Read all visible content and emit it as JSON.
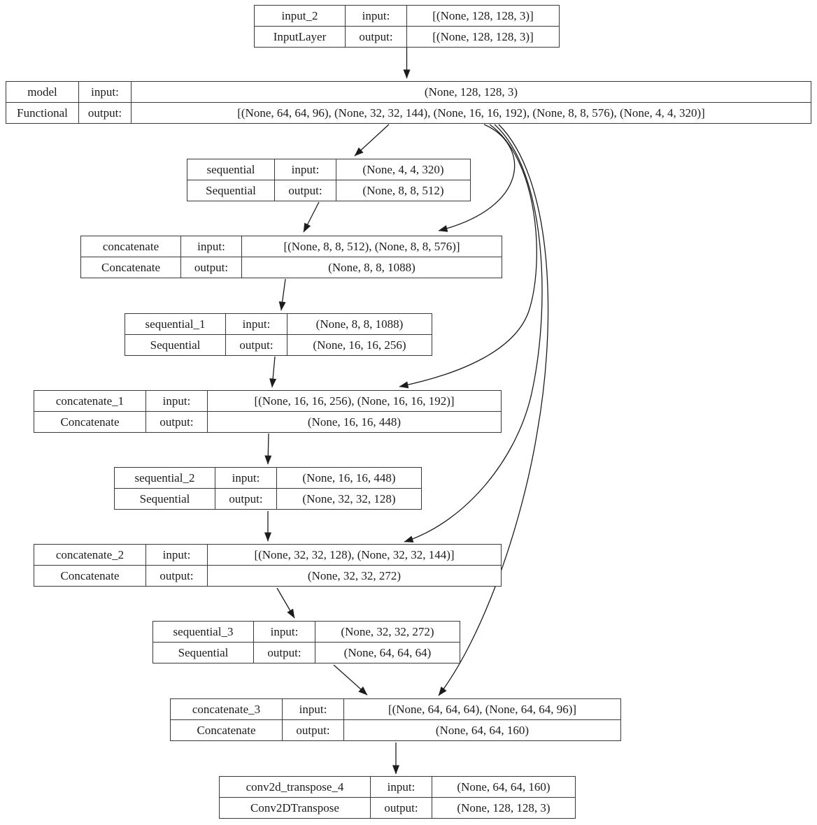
{
  "labels": {
    "input": "input:",
    "output": "output:"
  },
  "colors": {
    "background": "#ffffff",
    "line": "#1c1c1c",
    "box_border": "#383838",
    "text": "#1c1c1c"
  },
  "nodes": [
    {
      "name": "input_2",
      "type": "InputLayer",
      "input_shape": "[(None, 128, 128, 3)]",
      "output_shape": "[(None, 128, 128, 3)]"
    },
    {
      "name": "model",
      "type": "Functional",
      "input_shape": "(None, 128, 128, 3)",
      "output_shape": "[(None, 64, 64, 96), (None, 32, 32, 144), (None, 16, 16, 192), (None, 8, 8, 576), (None, 4, 4, 320)]"
    },
    {
      "name": "sequential",
      "type": "Sequential",
      "input_shape": "(None, 4, 4, 320)",
      "output_shape": "(None, 8, 8, 512)"
    },
    {
      "name": "concatenate",
      "type": "Concatenate",
      "input_shape": "[(None, 8, 8, 512), (None, 8, 8, 576)]",
      "output_shape": "(None, 8, 8, 1088)"
    },
    {
      "name": "sequential_1",
      "type": "Sequential",
      "input_shape": "(None, 8, 8, 1088)",
      "output_shape": "(None, 16, 16, 256)"
    },
    {
      "name": "concatenate_1",
      "type": "Concatenate",
      "input_shape": "[(None, 16, 16, 256), (None, 16, 16, 192)]",
      "output_shape": "(None, 16, 16, 448)"
    },
    {
      "name": "sequential_2",
      "type": "Sequential",
      "input_shape": "(None, 16, 16, 448)",
      "output_shape": "(None, 32, 32, 128)"
    },
    {
      "name": "concatenate_2",
      "type": "Concatenate",
      "input_shape": "[(None, 32, 32, 128), (None, 32, 32, 144)]",
      "output_shape": "(None, 32, 32, 272)"
    },
    {
      "name": "sequential_3",
      "type": "Sequential",
      "input_shape": "(None, 32, 32, 272)",
      "output_shape": "(None, 64, 64, 64)"
    },
    {
      "name": "concatenate_3",
      "type": "Concatenate",
      "input_shape": "[(None, 64, 64, 64), (None, 64, 64, 96)]",
      "output_shape": "(None, 64, 64, 160)"
    },
    {
      "name": "conv2d_transpose_4",
      "type": "Conv2DTranspose",
      "input_shape": "(None, 64, 64, 160)",
      "output_shape": "(None, 128, 128, 3)"
    }
  ],
  "edges": [
    {
      "from": "input_2",
      "to": "model"
    },
    {
      "from": "model",
      "to": "sequential"
    },
    {
      "from": "model",
      "to": "concatenate"
    },
    {
      "from": "sequential",
      "to": "concatenate"
    },
    {
      "from": "concatenate",
      "to": "sequential_1"
    },
    {
      "from": "sequential_1",
      "to": "concatenate_1"
    },
    {
      "from": "model",
      "to": "concatenate_1"
    },
    {
      "from": "concatenate_1",
      "to": "sequential_2"
    },
    {
      "from": "sequential_2",
      "to": "concatenate_2"
    },
    {
      "from": "model",
      "to": "concatenate_2"
    },
    {
      "from": "concatenate_2",
      "to": "sequential_3"
    },
    {
      "from": "sequential_3",
      "to": "concatenate_3"
    },
    {
      "from": "model",
      "to": "concatenate_3"
    },
    {
      "from": "concatenate_3",
      "to": "conv2d_transpose_4"
    }
  ]
}
